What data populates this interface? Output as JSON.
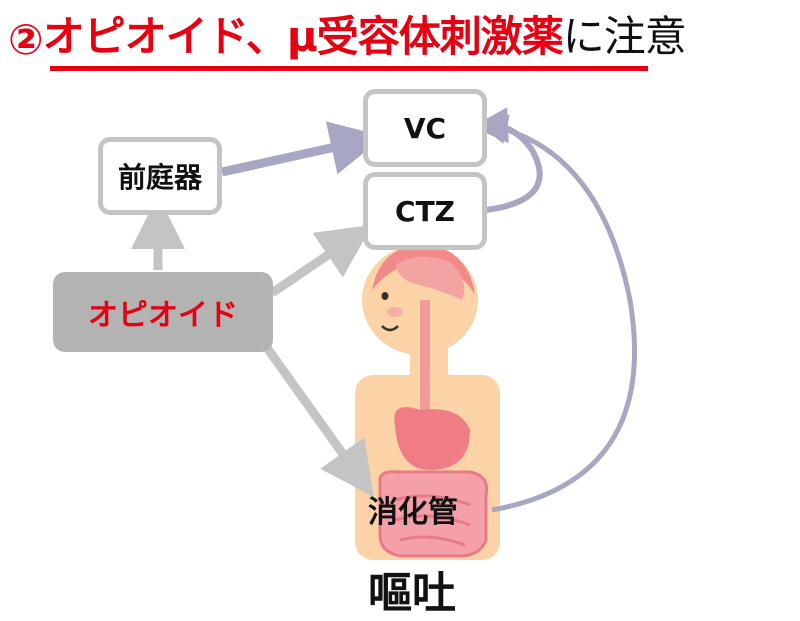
{
  "title": {
    "marker": "②",
    "highlight": "オピオイド、μ受容体刺激薬",
    "suffix": "に注意"
  },
  "nodes": {
    "vc": "VC",
    "ctz": "CTZ",
    "vestibular": "前庭器",
    "opioid": "オピオイド",
    "digestive": "消化管",
    "vomiting": "嘔吐"
  },
  "colors": {
    "accent_red": "#e60012",
    "arrow_gray": "#c4c4c4",
    "arrow_purple": "#a7a7c4",
    "opioid_box": "#b3b3b3",
    "body_skin": "#fbd3a6"
  }
}
